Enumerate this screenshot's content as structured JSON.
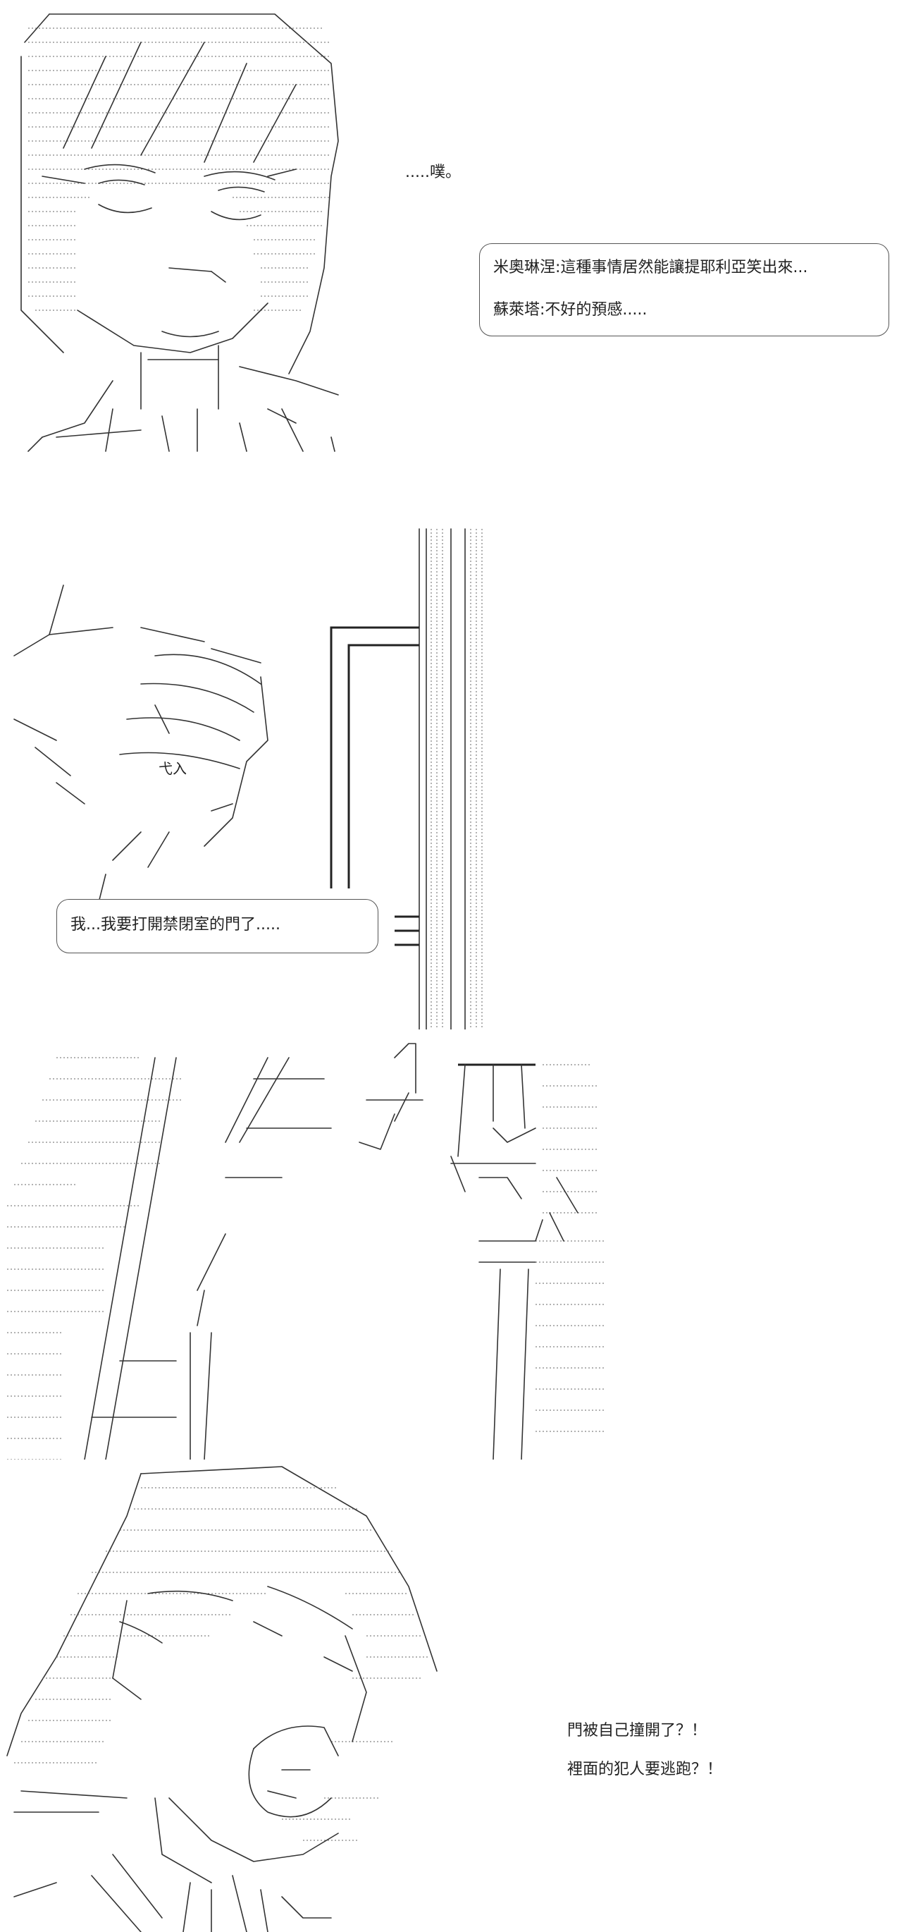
{
  "panel1": {
    "monologue": ".....噗。",
    "bubble": {
      "line1": "米奧琳涅:這種事情居然能讓提耶利亞笑出來...",
      "line2": "蘇萊塔:不好的預感....."
    }
  },
  "panel2": {
    "bubble": {
      "line1": "我...我要打開禁閉室的門了....."
    },
    "sound_effect": "弋入"
  },
  "panel3": {},
  "panel4": {
    "line1": "門被自己撞開了？！",
    "line2": "裡面的犯人要逃跑？！"
  }
}
